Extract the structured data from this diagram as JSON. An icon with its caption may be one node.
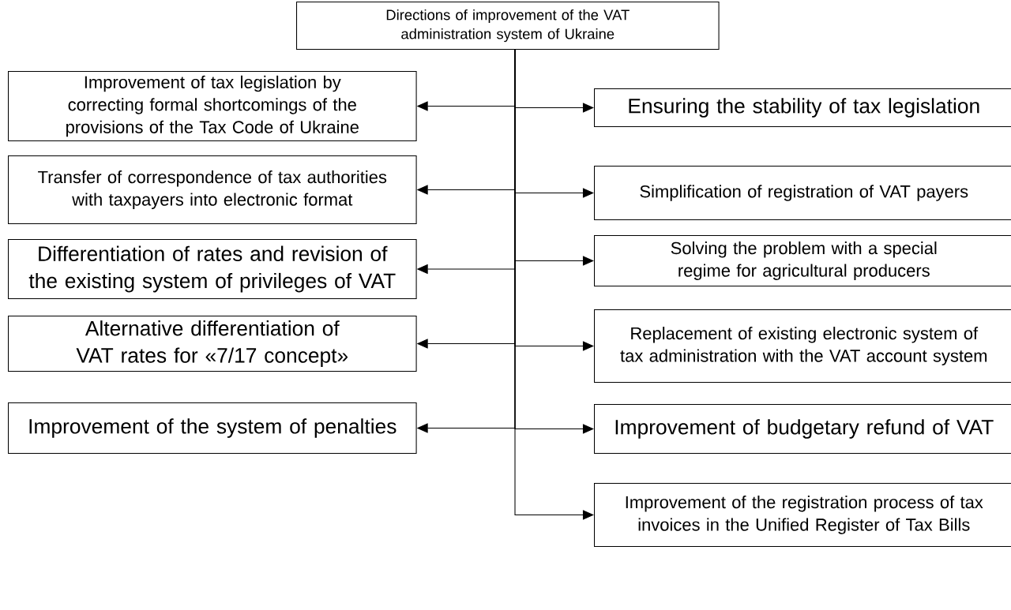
{
  "diagram": {
    "nodes": [
      {
        "text": [
          "Directions of improvement of the VAT administration system of Ukraine"
        ]
      },
      {
        "text": [
          "Improvement of tax legislation by correcting formal shortcomings of the provisions of the Tax Code of Ukraine"
        ]
      },
      {
        "text": [
          "Transfer of correspondence of tax authorities with taxpayers into electronic format"
        ]
      },
      {
        "text": [
          "Differentiation of rates and revision of the existing system of privileges of VAT"
        ]
      },
      {
        "text": [
          "Alternative differentiation of VAT rates for «7/17 concept»"
        ]
      },
      {
        "text": [
          "Improvement of the system of penalties"
        ]
      },
      {
        "text": [
          "Ensuring the stability of tax legislation"
        ]
      },
      {
        "text": [
          "Simplification of registration of VAT payers"
        ]
      },
      {
        "text": [
          "Solving the problem with a special regime for agricultural producers"
        ]
      },
      {
        "text": [
          "Replacement of existing electronic system of tax administration with the VAT account system"
        ]
      },
      {
        "text": [
          "Improvement of budgetary refund of VAT"
        ]
      },
      {
        "text": [
          "Improvement of the registration process of tax invoices in the Unified Register of Tax Bills"
        ]
      }
    ],
    "edges": [
      {
        "from": 0,
        "to": 1,
        "arrow": "to"
      },
      {
        "from": 0,
        "to": 2,
        "arrow": "to"
      },
      {
        "from": 0,
        "to": 3,
        "arrow": "to"
      },
      {
        "from": 0,
        "to": 4,
        "arrow": "to"
      },
      {
        "from": 0,
        "to": 5,
        "arrow": "to"
      },
      {
        "from": 0,
        "to": 6,
        "arrow": "to"
      },
      {
        "from": 0,
        "to": 7,
        "arrow": "to"
      },
      {
        "from": 0,
        "to": 8,
        "arrow": "to"
      },
      {
        "from": 0,
        "to": 9,
        "arrow": "to"
      },
      {
        "from": 0,
        "to": 10,
        "arrow": "to"
      },
      {
        "from": 0,
        "to": 11,
        "arrow": "to"
      }
    ]
  }
}
